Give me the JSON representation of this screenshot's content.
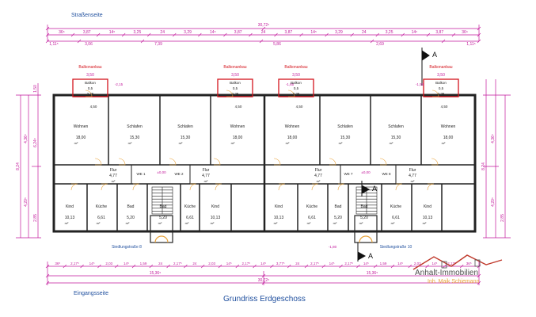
{
  "header": {
    "street_label": "Straßenseite",
    "entrance_label": "Eingangsseite",
    "title": "Grundriss Erdgeschoss"
  },
  "logo": {
    "name": "Anhalt-Immobilien",
    "owner": "Inh. Maik Schiemann"
  },
  "balconies": [
    {
      "title": "Balkonanbau",
      "width": "3,50",
      "name": "Balkon",
      "area": "0,5",
      "dims": "2,25",
      "small": "4,50"
    },
    {
      "title": "Balkonanbau",
      "width": "3,50",
      "name": "Balkon",
      "area": "0,5",
      "dims": "2,25",
      "small": "4,50"
    },
    {
      "title": "Balkonanbau",
      "width": "3,50",
      "name": "Balkon",
      "area": "0,5",
      "dims": "2,25",
      "small": "4,50"
    },
    {
      "title": "Balkonanbau",
      "width": "3,50",
      "name": "Balkon",
      "area": "0,5",
      "dims": "2,25",
      "small": "4,50"
    }
  ],
  "rooms_top": [
    {
      "name": "Wohnen",
      "area": "18,00",
      "unit": "m²"
    },
    {
      "name": "Schlafen",
      "area": "15,30",
      "unit": "m²"
    },
    {
      "name": "Schlafen",
      "area": "15,30",
      "unit": "m²"
    },
    {
      "name": "Wohnen",
      "area": "18,00",
      "unit": "m²"
    },
    {
      "name": "Wohnen",
      "area": "18,00",
      "unit": "m²"
    },
    {
      "name": "Schlafen",
      "area": "15,30",
      "unit": "m²"
    },
    {
      "name": "Schlafen",
      "area": "15,30",
      "unit": "m²"
    },
    {
      "name": "Wohnen",
      "area": "18,00",
      "unit": "m²"
    }
  ],
  "rooms_bottom": [
    {
      "name": "Kind",
      "area": "10,13",
      "unit": "m²"
    },
    {
      "name": "Küche",
      "area": "6,61",
      "unit": "m²"
    },
    {
      "name": "Bad",
      "area": "5,20",
      "unit": "m²"
    },
    {
      "name": "Bad",
      "area": "5,20",
      "unit": "m²"
    },
    {
      "name": "Küche",
      "area": "6,61",
      "unit": "m²"
    },
    {
      "name": "Kind",
      "area": "10,13",
      "unit": "m²"
    },
    {
      "name": "Kind",
      "area": "10,13",
      "unit": "m²"
    },
    {
      "name": "Küche",
      "area": "6,61",
      "unit": "m²"
    },
    {
      "name": "Bad",
      "area": "5,20",
      "unit": "m²"
    },
    {
      "name": "Bad",
      "area": "5,20",
      "unit": "m²"
    },
    {
      "name": "Küche",
      "area": "6,61",
      "unit": "m²"
    },
    {
      "name": "Kind",
      "area": "10,13",
      "unit": "m²"
    }
  ],
  "flurs": [
    {
      "name": "Flur",
      "area": "4,77",
      "unit": "m²"
    },
    {
      "name": "Flur",
      "area": "4,77",
      "unit": "m²"
    },
    {
      "name": "Flur",
      "area": "4,77",
      "unit": "m²"
    },
    {
      "name": "Flur",
      "area": "4,77",
      "unit": "m²"
    }
  ],
  "wcs": [
    "WE 1",
    "WE 2",
    "WE 7",
    "WE 8"
  ],
  "level_marks": [
    "±0,00",
    "±0,00"
  ],
  "entrances": [
    "Siedlungstraße 8",
    "Siedlungstraße 10"
  ],
  "section_marks": [
    "A",
    "A",
    "A"
  ],
  "top_dims": {
    "total": "30,72⁵",
    "row1": [
      "36⁵",
      "3,87",
      "14⁵",
      "3,25",
      "24",
      "3,29",
      "14⁵",
      "3,87",
      "24",
      "3,87",
      "14⁵",
      "3,29",
      "24",
      "3,25",
      "14⁵",
      "3,87",
      "36⁵"
    ],
    "row2": [
      "1,11⁵",
      "3,06",
      "7,39",
      "5,86",
      "2,69",
      "1,11⁵"
    ]
  },
  "bottom_dims": {
    "row1": [
      "36⁵",
      "2,17⁵",
      "14⁵",
      "2,03",
      "14⁵",
      "1,59",
      "24",
      "2,17⁵",
      "24",
      "2,03",
      "14⁵",
      "2,17⁵",
      "14⁵",
      "3,77⁵",
      "24",
      "2,17⁵",
      "14⁵",
      "2,17⁵",
      "14⁵",
      "1,59",
      "14⁵",
      "2,03",
      "14⁵",
      "2,17⁵",
      "36⁵"
    ],
    "half_left": "15,36⁵",
    "half_right": "15,36⁵",
    "total": "30,72⁵"
  },
  "side_dims": {
    "left_outer": "8,24",
    "left_a": "4,36⁵",
    "left_b": "4,20⁵",
    "left_c": "2,85",
    "left_d": "6,24⁵",
    "top_small": "1,50",
    "right_outer": "8,24",
    "right_a": "4,36⁵",
    "right_b": "4,20⁵",
    "right_c": "2,85"
  },
  "misc_marks": [
    "-2,15",
    "-1,65",
    "-1,55",
    "-1,80"
  ],
  "colors": {
    "wall": "#222222",
    "dimension": "#c2189b",
    "balcony_frame": "#d4141c",
    "door_arc": "#e8a33b",
    "section_mark": "#111111",
    "title_blue": "#1f4f9e",
    "logo_gray": "#4d4d4d",
    "logo_red": "#c0392b"
  }
}
